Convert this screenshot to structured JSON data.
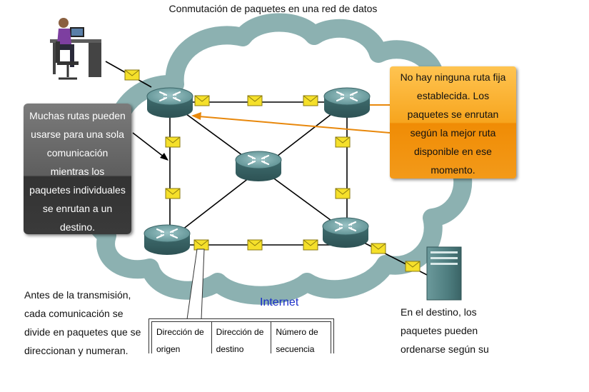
{
  "title": "Conmutación de paquetes en una red de datos",
  "callout_left": [
    "Muchas rutas pueden",
    "usarse para una sola",
    "comunicación",
    "mientras los",
    "paquetes individuales",
    "se enrutan a un",
    "destino."
  ],
  "callout_right": [
    "No hay ninguna ruta fija",
    "establecida. Los",
    "paquetes se enrutan",
    "según la mejor ruta",
    "disponible en ese",
    "momento."
  ],
  "text_bottom_left": [
    "Antes de la transmisión,",
    "cada comunicación se",
    "divide en paquetes que se",
    "direccionan y numeran."
  ],
  "text_bottom_right": [
    "En el destino, los",
    "paquetes pueden",
    "ordenarse según su"
  ],
  "cloud_label": "Internet",
  "packet_fields": [
    "Dirección de origen",
    "Dirección de destino",
    "Número de secuencia"
  ],
  "colors": {
    "cloud": "#7fa8a8",
    "router": "#4f8284",
    "packet": "#f5e02a",
    "orange_arrow": "#e8880c",
    "server": "#4f7e80"
  },
  "icons": [
    "person-at-workstation-icon",
    "router-icon",
    "envelope-icon",
    "server-tower-icon"
  ]
}
